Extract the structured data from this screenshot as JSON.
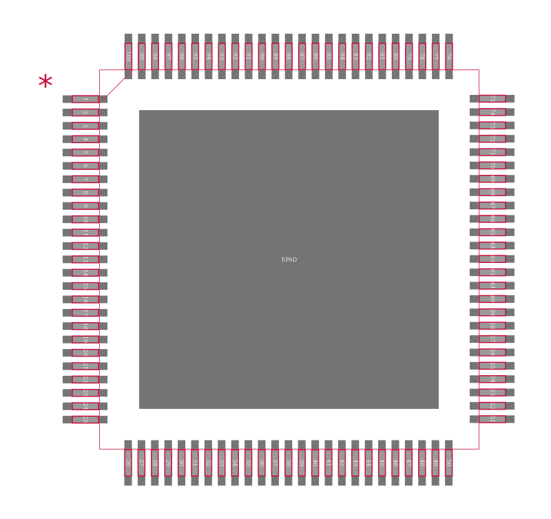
{
  "component": {
    "epad_label": "EPAD",
    "pin1_marker": "*",
    "colors": {
      "pad": "#757575",
      "pad_inner": "#9a9a9a",
      "outline": "#c8103c",
      "label": "#e8e8e8",
      "background": "#ffffff"
    },
    "pins": {
      "left": [
        1,
        2,
        3,
        4,
        5,
        6,
        7,
        8,
        9,
        10,
        11,
        12,
        13,
        14,
        15,
        16,
        17,
        18,
        19,
        20,
        21,
        22,
        23,
        24,
        25
      ],
      "bottom": [
        26,
        27,
        28,
        29,
        30,
        31,
        32,
        33,
        34,
        35,
        36,
        37,
        38,
        39,
        40,
        41,
        42,
        43,
        44,
        45,
        46,
        47,
        48,
        49,
        50
      ],
      "right": [
        51,
        52,
        53,
        54,
        55,
        56,
        57,
        58,
        59,
        60,
        61,
        62,
        63,
        64,
        65,
        66,
        67,
        68,
        69,
        70,
        71,
        72,
        73,
        74,
        75
      ],
      "top": [
        76,
        77,
        78,
        79,
        80,
        81,
        82,
        83,
        84,
        85,
        86,
        87,
        88,
        89,
        90,
        91,
        92,
        93,
        94,
        95,
        96,
        97,
        98,
        99,
        100
      ]
    }
  }
}
